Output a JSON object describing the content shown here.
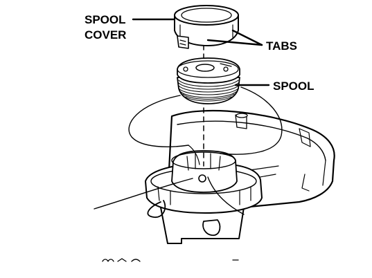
{
  "labels": {
    "spool_cover_line1": "SPOOL",
    "spool_cover_line2": "COVER",
    "tabs": "TABS",
    "spool": "SPOOL"
  },
  "colors": {
    "ink": "#000000",
    "paper": "#ffffff"
  }
}
